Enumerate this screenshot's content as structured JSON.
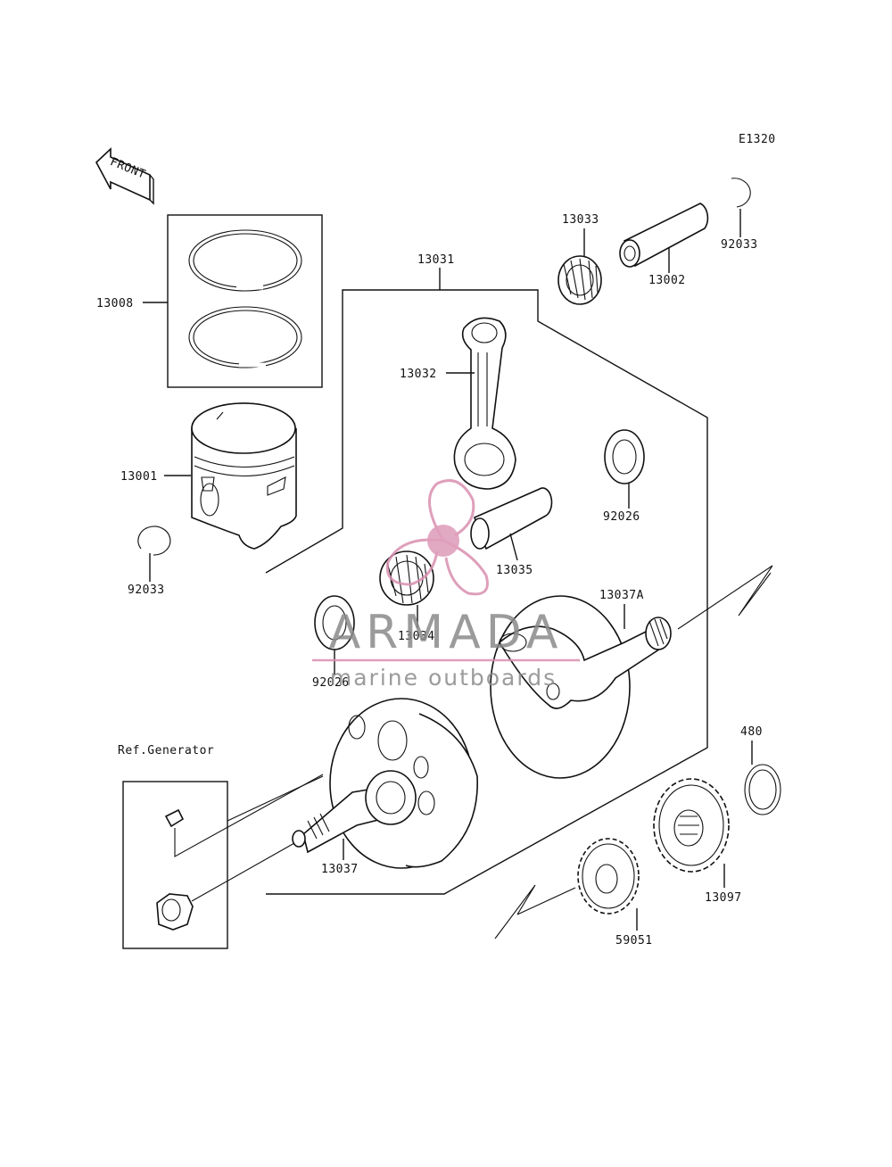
{
  "diagram_code": "E1320",
  "direction_label": "FRONT",
  "reference_label": "Ref.Generator",
  "part_numbers": {
    "piston_ring_set": "13008",
    "piston": "13001",
    "piston_clip_left": "92033",
    "connecting_rod_assembly": "13031",
    "connecting_rod": "13032",
    "small_end_bearing": "13033",
    "piston_pin": "13002",
    "piston_clip_right": "92033",
    "washer_right": "92026",
    "crank_pin": "13035",
    "big_end_bearing": "13034",
    "washer_left": "92026",
    "crankshaft_right": "13037A",
    "crankshaft_left": "13037",
    "circlip": "480",
    "gear_large": "13097",
    "gear_small": "59051"
  },
  "watermark": {
    "brand": "ARMADA",
    "tagline": "marine outboards",
    "color": "#d98fb0"
  }
}
